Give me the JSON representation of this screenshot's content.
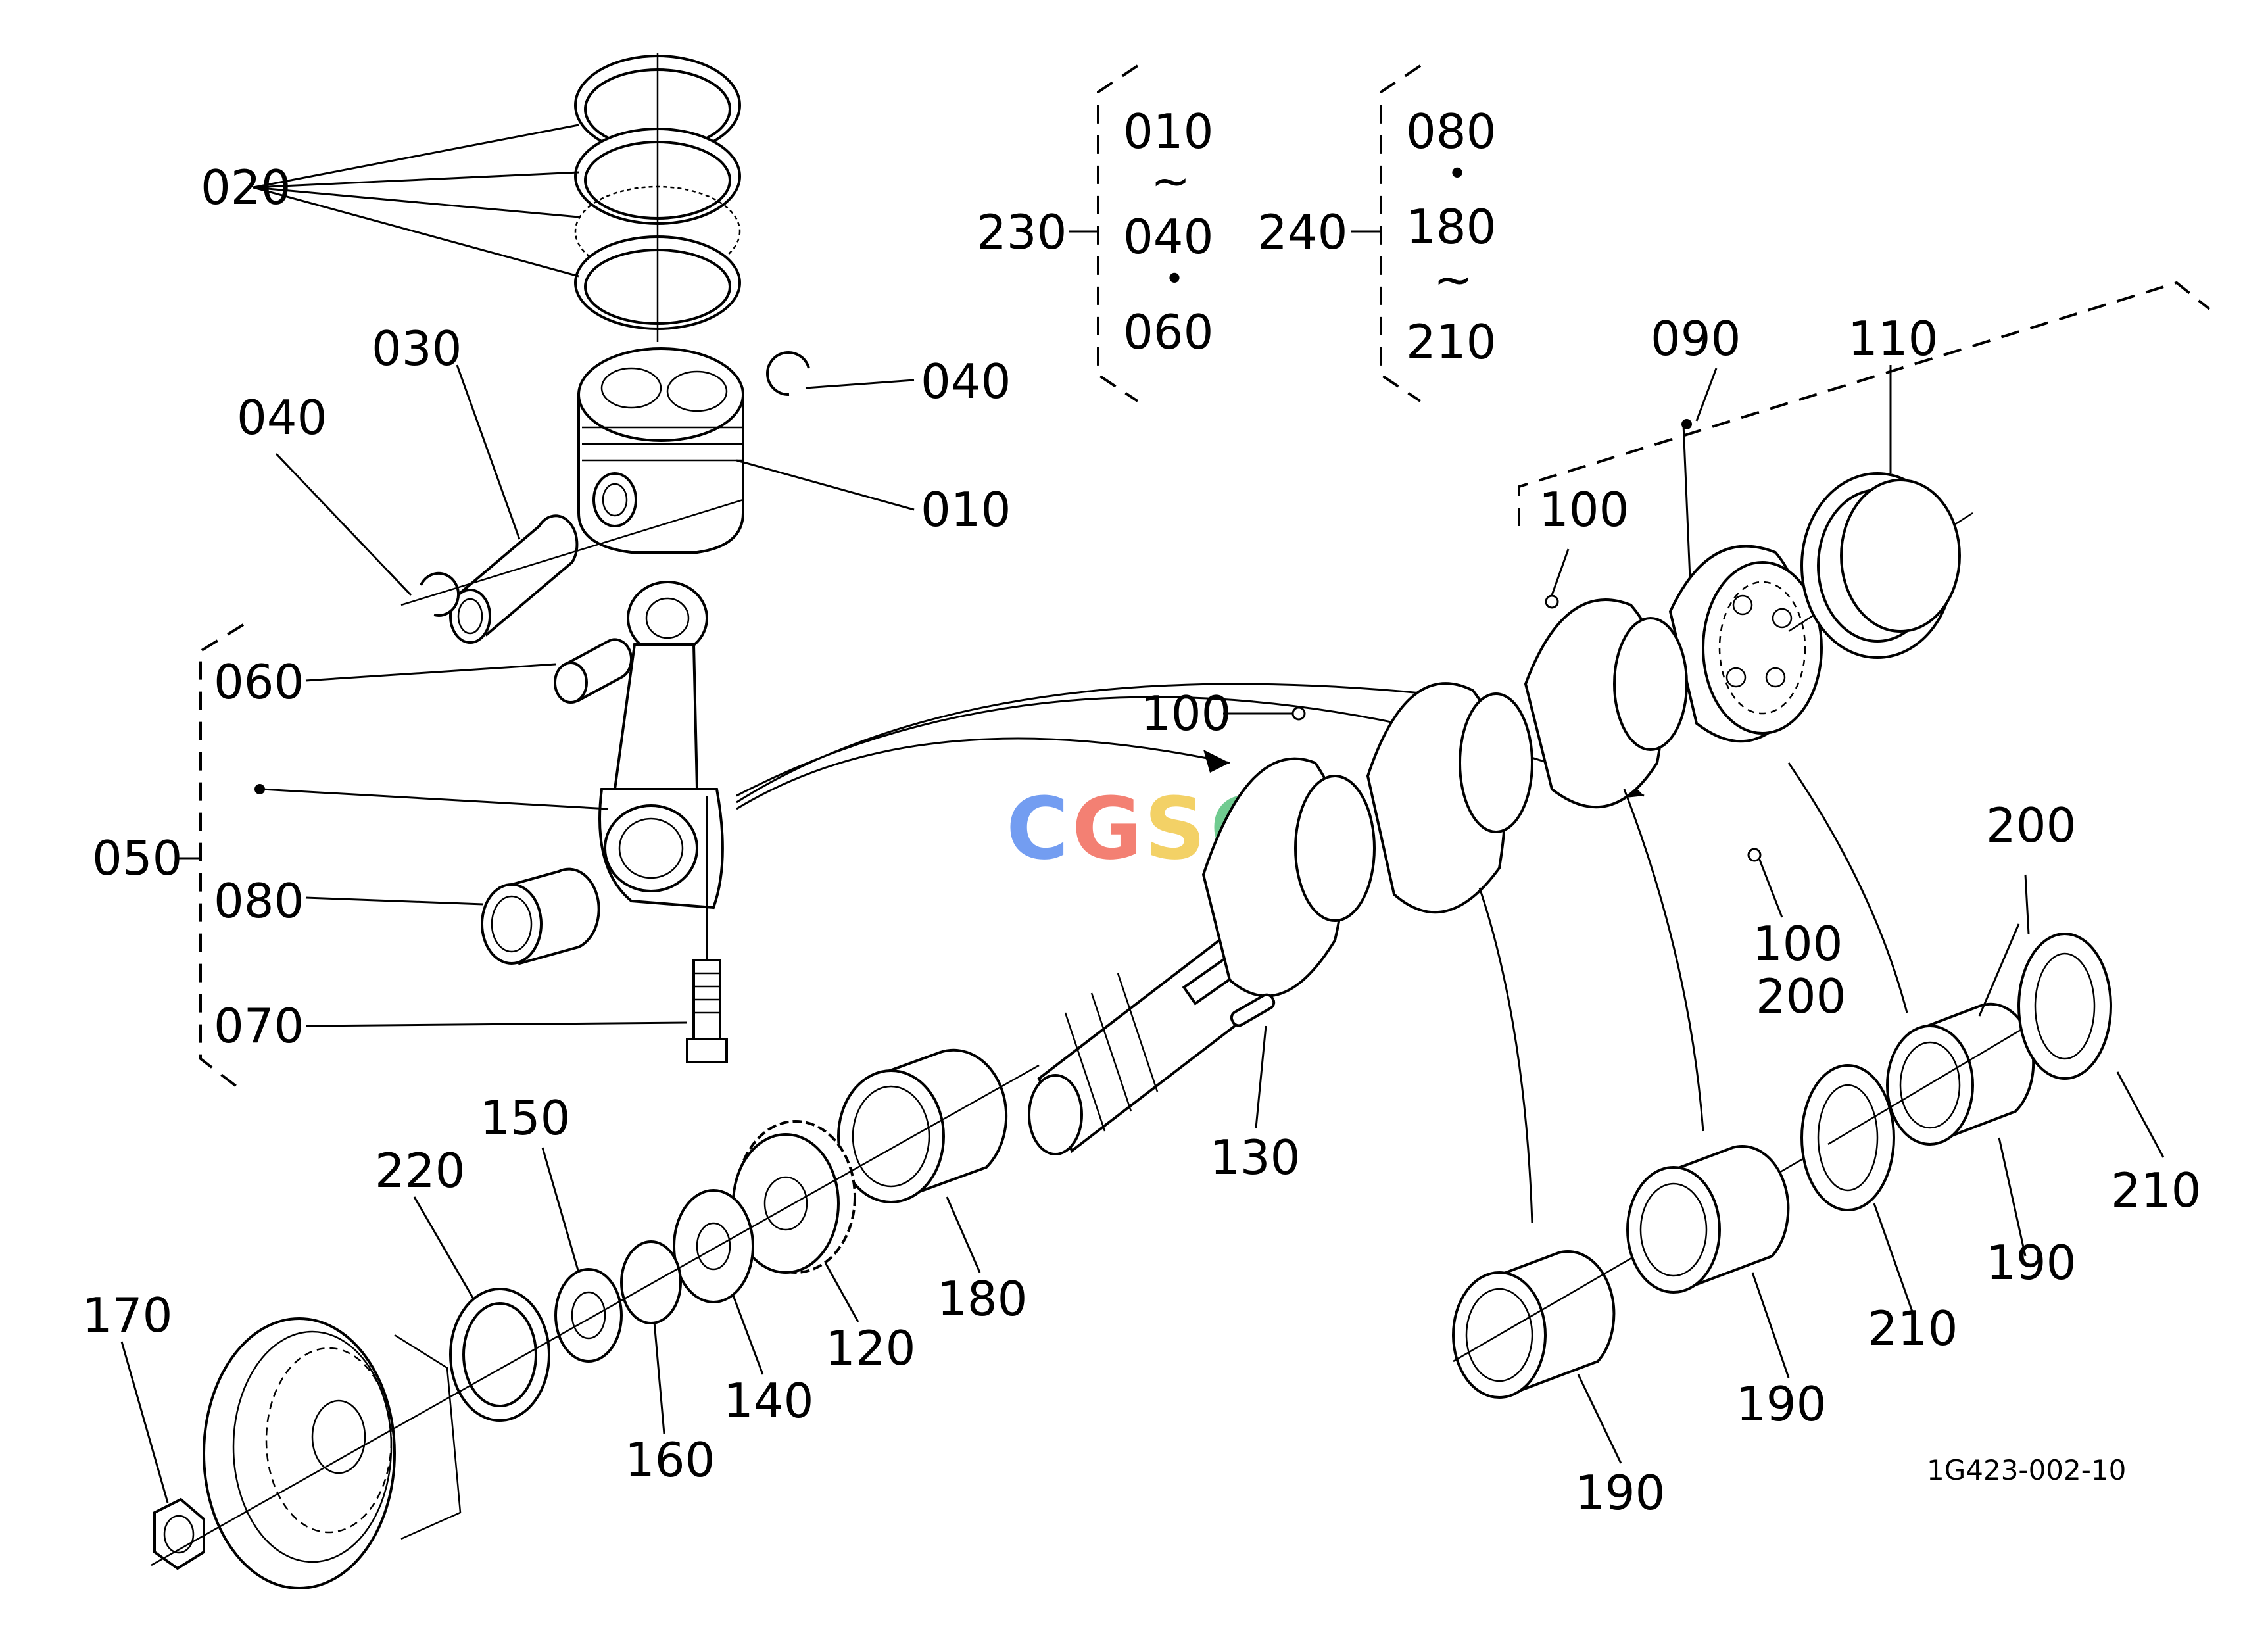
{
  "diagram": {
    "drawing_code": "1G423-002-10",
    "watermark": "CGSC",
    "watermark_colors": [
      "#5b8def",
      "#f26b5b",
      "#f2c94c",
      "#58c27d"
    ],
    "callouts": {
      "c020": "020",
      "c030": "030",
      "c040a": "040",
      "c040b": "040",
      "c010": "010",
      "c060": "060",
      "c050": "050",
      "c080": "080",
      "c070": "070",
      "c090": "090",
      "c110": "110",
      "c100a": "100",
      "c100b": "100",
      "c100c": "100",
      "c130": "130",
      "c180": "180",
      "c120": "120",
      "c140": "140",
      "c150": "150",
      "c160": "160",
      "c170": "170",
      "c220": "220",
      "c190a": "190",
      "c190b": "190",
      "c190c": "190",
      "c200a": "200",
      "c200b": "200",
      "c210a": "210",
      "c210b": "210"
    },
    "groups": {
      "g230": {
        "label": "230",
        "first": "010",
        "sep1": "~",
        "second": "040",
        "sep2": "・",
        "third": "060"
      },
      "g240": {
        "label": "240",
        "first": "080",
        "sep1": "・",
        "second": "180",
        "sep2": "~",
        "third": "210"
      }
    }
  }
}
